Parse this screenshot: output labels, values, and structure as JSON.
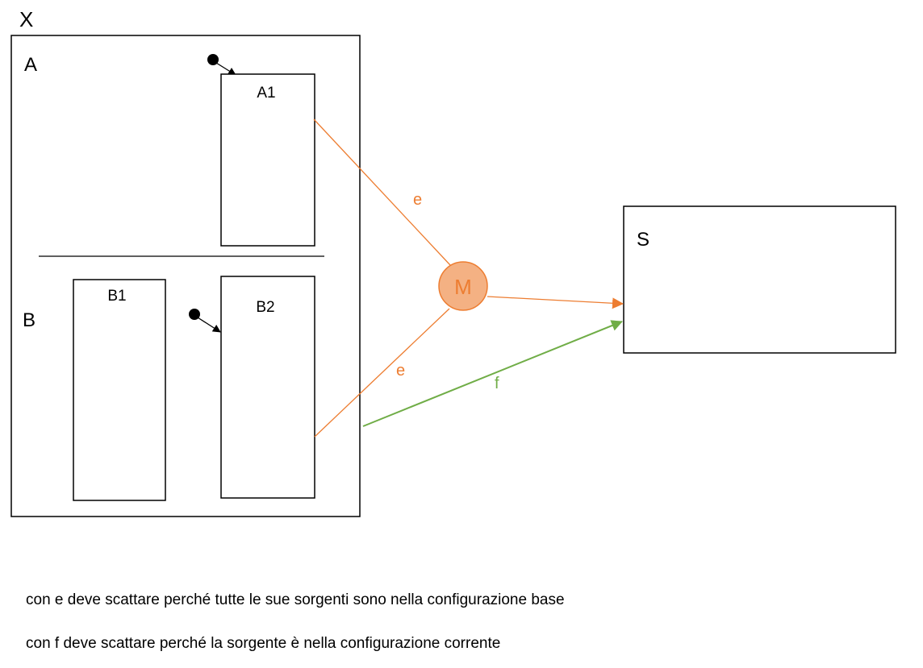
{
  "diagram": {
    "outer_state": {
      "label": "X"
    },
    "region_a": {
      "label": "A",
      "states": [
        {
          "id": "a1",
          "label": "A1"
        }
      ]
    },
    "region_b": {
      "label": "B",
      "states": [
        {
          "id": "b1",
          "label": "B1"
        },
        {
          "id": "b2",
          "label": "B2"
        }
      ]
    },
    "target_state": {
      "label": "S"
    },
    "merge_node": {
      "label": "M"
    },
    "transitions": [
      {
        "id": "e_from_a1",
        "label": "e"
      },
      {
        "id": "e_from_b2",
        "label": "e"
      },
      {
        "id": "f_from_x",
        "label": "f"
      }
    ],
    "notes": [
      "con e deve scattare perché tutte le sue sorgenti sono nella configurazione base",
      "con f deve scattare perché la sorgente è nella configurazione corrente"
    ],
    "colors": {
      "line": "#000000",
      "event_e": "#ED7D31",
      "event_f": "#70AD47",
      "merge_fill": "#F4B183",
      "merge_stroke": "#ED7D31",
      "merge_text": "#ED7D31"
    }
  }
}
